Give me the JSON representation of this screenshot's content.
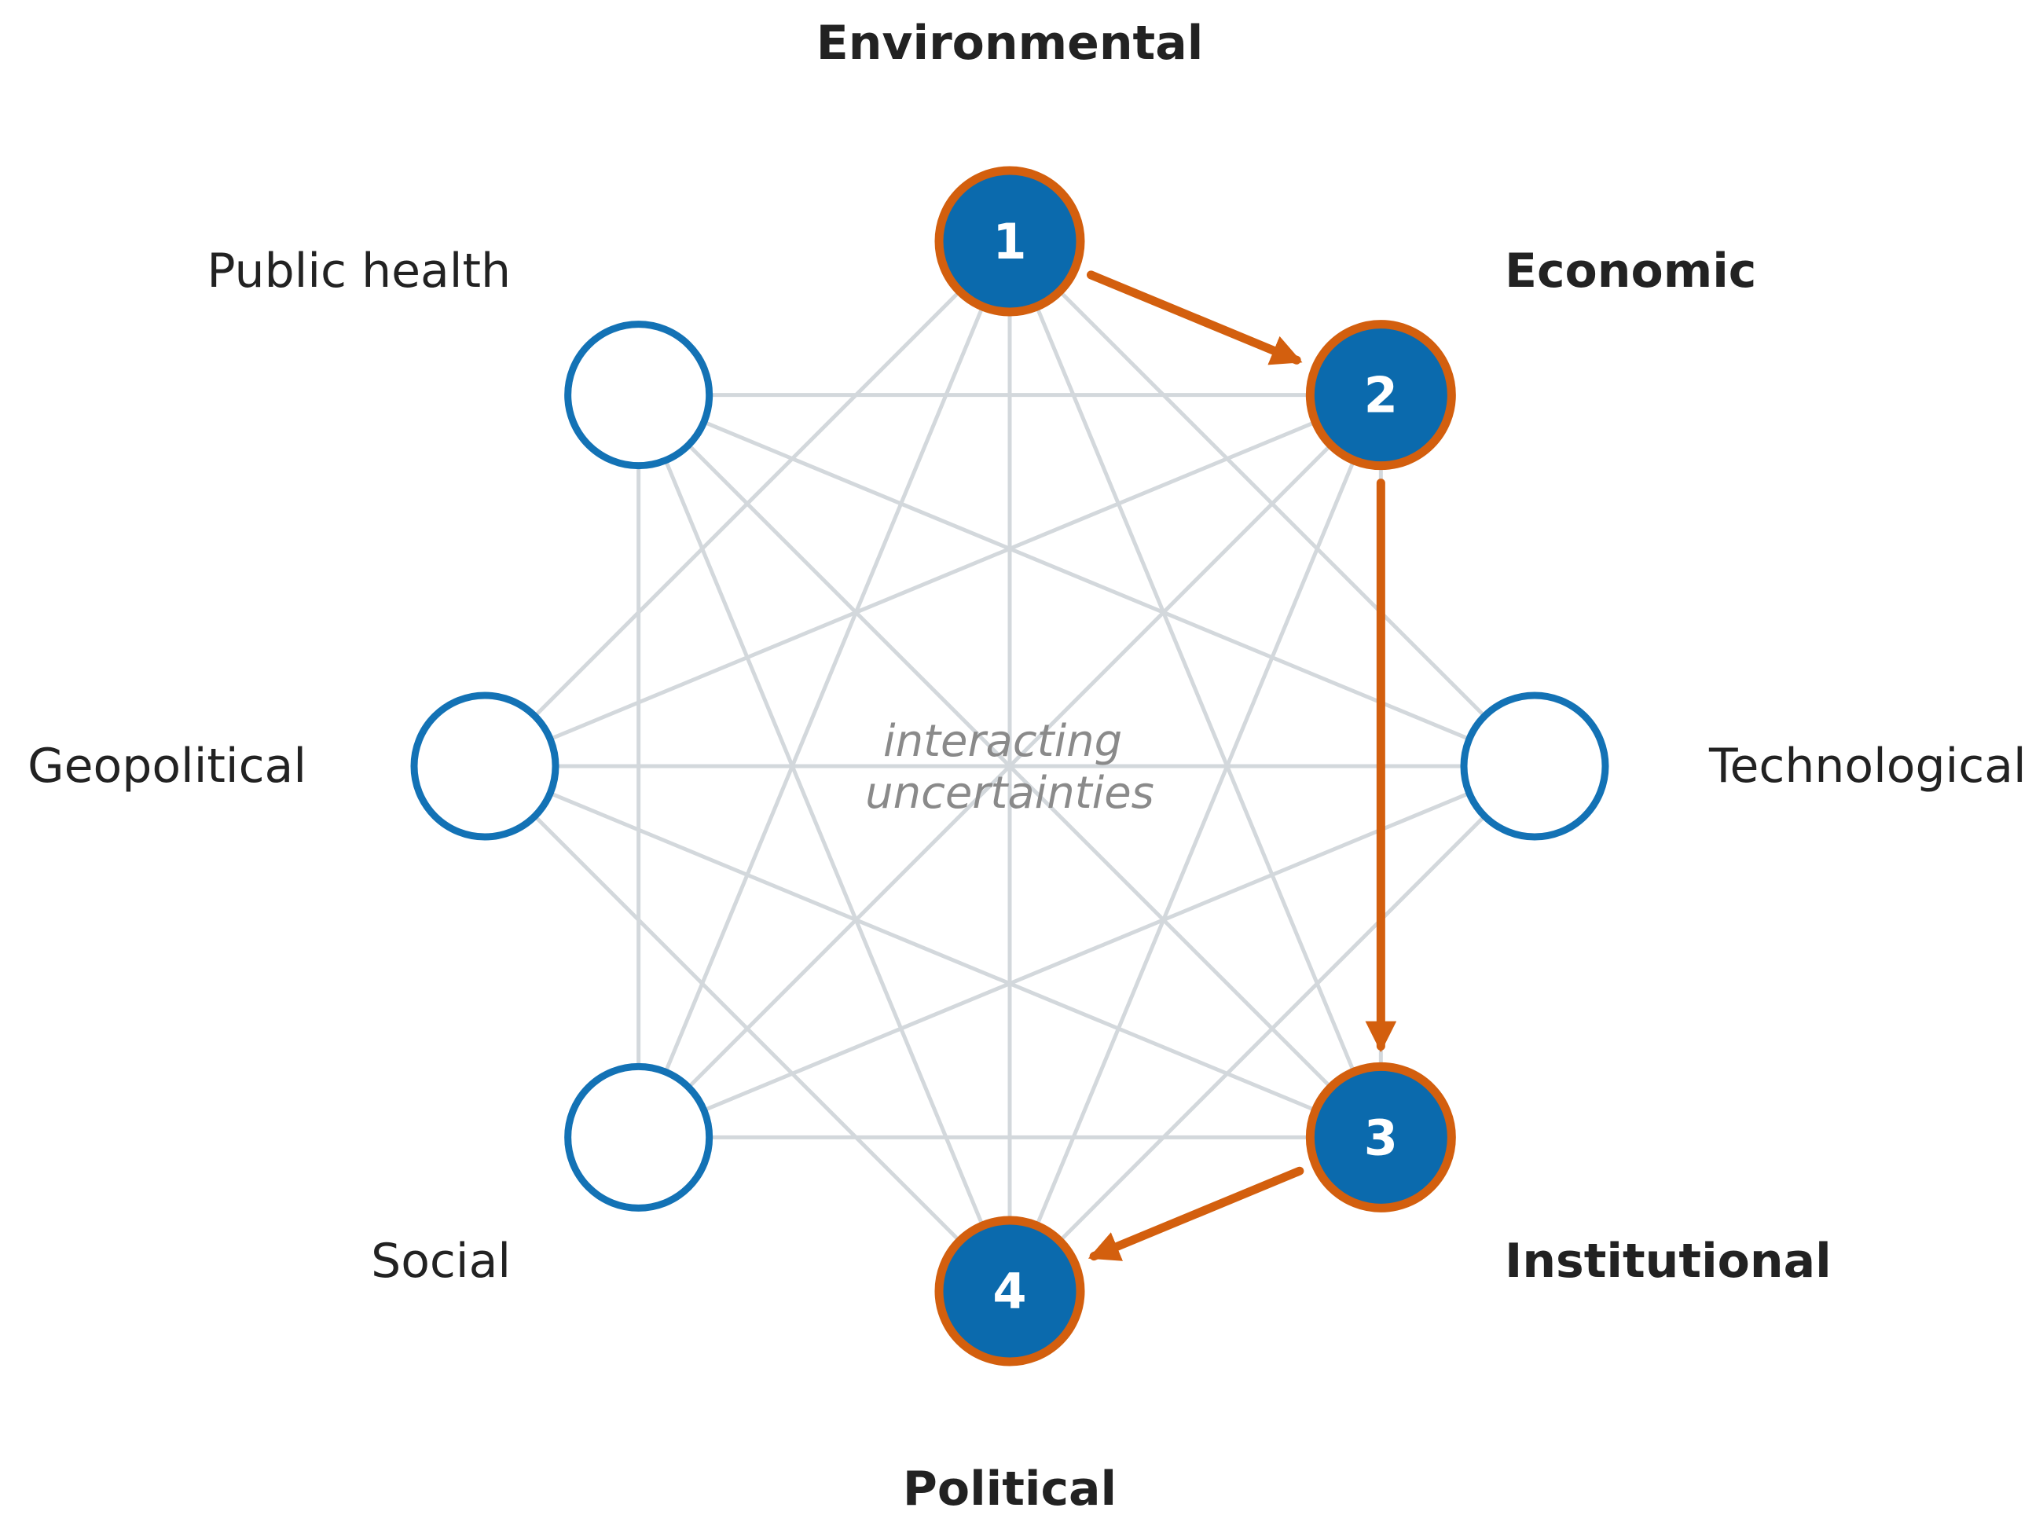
{
  "diagram": {
    "center_label_lines": [
      "interacting",
      "uncertainties"
    ],
    "nodes": [
      {
        "id": "environmental",
        "label": "Environmental",
        "number": "1",
        "highlighted": true
      },
      {
        "id": "economic",
        "label": "Economic",
        "number": "2",
        "highlighted": true
      },
      {
        "id": "technological",
        "label": "Technological",
        "number": "",
        "highlighted": false
      },
      {
        "id": "institutional",
        "label": "Institutional",
        "number": "3",
        "highlighted": true
      },
      {
        "id": "political",
        "label": "Political",
        "number": "4",
        "highlighted": true
      },
      {
        "id": "social",
        "label": "Social",
        "number": "",
        "highlighted": false
      },
      {
        "id": "geopolitical",
        "label": "Geopolitical",
        "number": "",
        "highlighted": false
      },
      {
        "id": "public-health",
        "label": "Public health",
        "number": "",
        "highlighted": false
      }
    ],
    "pathway": [
      "environmental",
      "economic",
      "institutional",
      "political"
    ],
    "colors": {
      "node_blue": "#0b6aad",
      "pathway_orange": "#d35f0e",
      "edge_gray": "#d3d8dc",
      "open_node_stroke": "#1372b5"
    }
  }
}
